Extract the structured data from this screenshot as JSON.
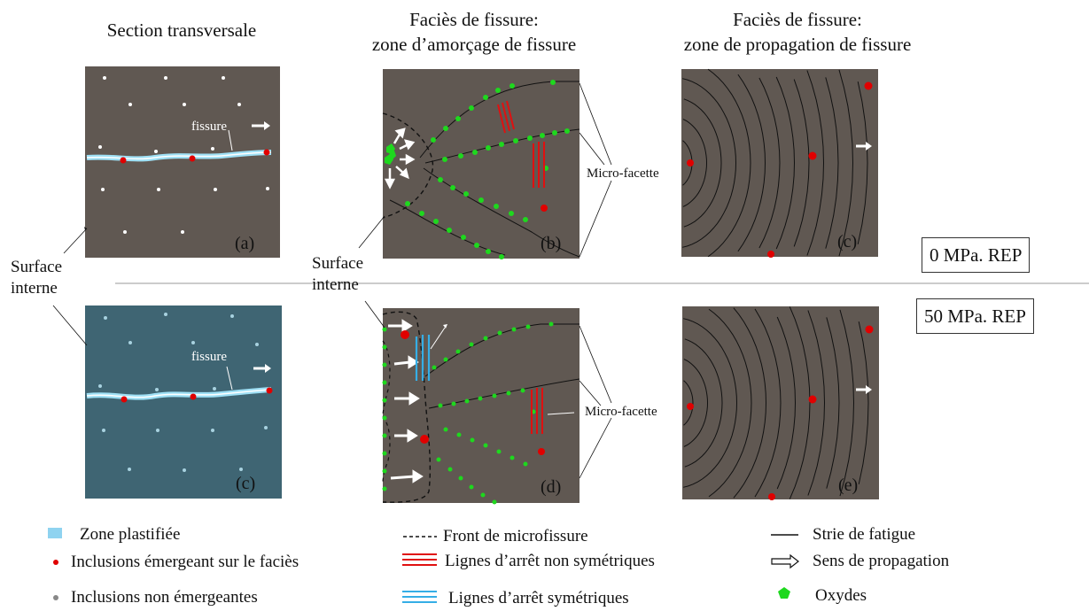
{
  "titles": {
    "col1": "Section transversale",
    "col2_line1": "Faciès de fissure:",
    "col2_line2": "zone d’amorçage de fissure",
    "col3_line1": "Faciès de fissure:",
    "col3_line2": "zone de propagation de fissure"
  },
  "labels": {
    "surface_line1": "Surface",
    "surface_line2": "interne",
    "fissure": "fissure",
    "micro_facette": "Micro-facette"
  },
  "panel_labels": {
    "a": "(a)",
    "b": "(b)",
    "c_top": "(c)",
    "c_bottom": "(c)",
    "d": "(d)",
    "e": "(e)"
  },
  "conditions": {
    "top": "0 MPa. REP",
    "bottom": "50 MPa. REP"
  },
  "legend": {
    "zone_plastifiee": "Zone plastifiée",
    "inclusions_emergeant": "Inclusions émergeant sur le faciès",
    "inclusions_non": "Inclusions non émergeantes",
    "front": "Front de microfissure",
    "lignes_non_sym": "Lignes d’arrêt non symétriques",
    "lignes_sym": "Lignes d’arrêt symétriques",
    "strie": "Strie de fatigue",
    "sens": "Sens de propagation",
    "oxydes": "Oxydes"
  },
  "colors": {
    "panel_dark": "#605852",
    "panel_blue": "#3f6573",
    "crack": "#9fe0f5",
    "inclusion_red": "#e00000",
    "inclusion_white": "#ffffff",
    "oxide_green": "#1ed81e",
    "arrest_red": "#e01010",
    "arrest_blue": "#35aee6",
    "strie": "#111111"
  }
}
